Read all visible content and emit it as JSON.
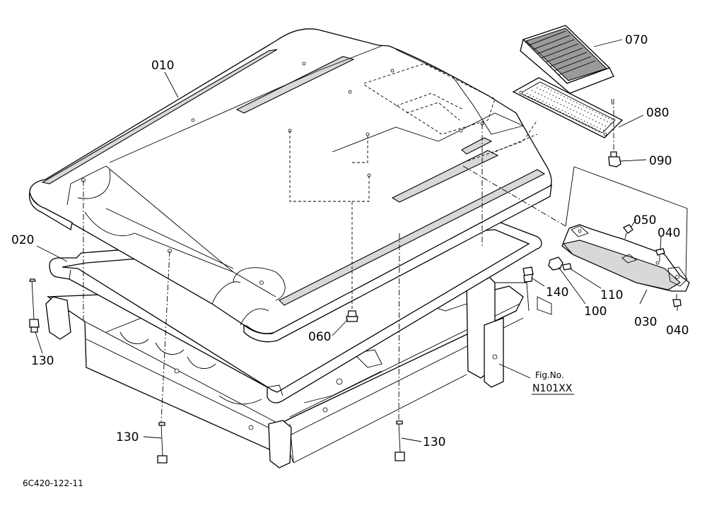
{
  "callouts": {
    "p010": "010",
    "p020": "020",
    "p030": "030",
    "p040a": "040",
    "p040b": "040",
    "p050": "050",
    "p060": "060",
    "p070": "070",
    "p080": "080",
    "p090": "090",
    "p100": "100",
    "p110": "110",
    "p130a": "130",
    "p130b": "130",
    "p130c": "130",
    "p140": "140"
  },
  "figure_ref": {
    "line1": "Fig.No.",
    "line2": "N101XX"
  },
  "drawing_code": "6C420-122-11"
}
